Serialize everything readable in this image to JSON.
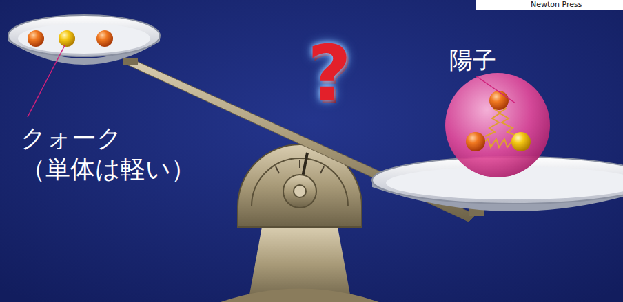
{
  "diagram": {
    "labels": [
      "クォーク （単体は軽い）",
      "陽子",
      "?",
      "Newton Press"
    ]
  }
}
